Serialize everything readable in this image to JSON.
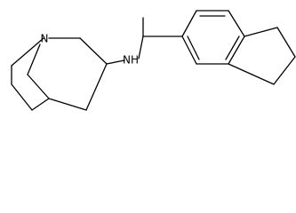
{
  "diagram": {
    "kind": "skeletal-structure",
    "atoms": {
      "n1": "N",
      "nh": "NH"
    },
    "colors": {
      "bond": "#000000",
      "label": "#000000",
      "background": "#ffffff"
    }
  }
}
